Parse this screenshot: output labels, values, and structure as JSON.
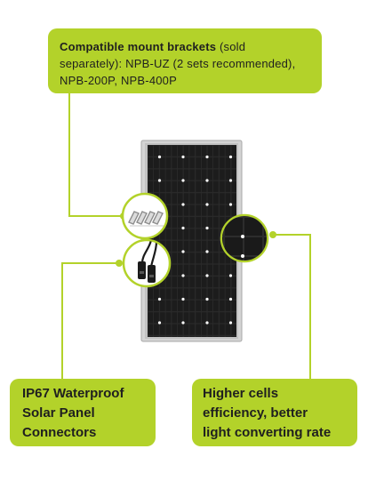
{
  "callouts": {
    "mount_brackets": {
      "bold": "Compatible mount brackets",
      "text": " (sold separately): NPB-UZ (2 sets recommended), NPB-200P, NPB-400P"
    },
    "connectors": {
      "line1": "IP67 Waterproof",
      "line2": "Solar Panel",
      "line3": "Connectors"
    },
    "efficiency": {
      "line1": "Higher cells",
      "line2": "efficiency, better",
      "line3": "light converting rate"
    }
  },
  "colors": {
    "accent": "#b3d22a",
    "panel_frame": "#c8c8c8",
    "panel_cells": "#232323"
  },
  "icons": [
    "solar-panel-image",
    "mount-brackets-icon",
    "connector-cable-icon",
    "cell-closeup-icon"
  ]
}
